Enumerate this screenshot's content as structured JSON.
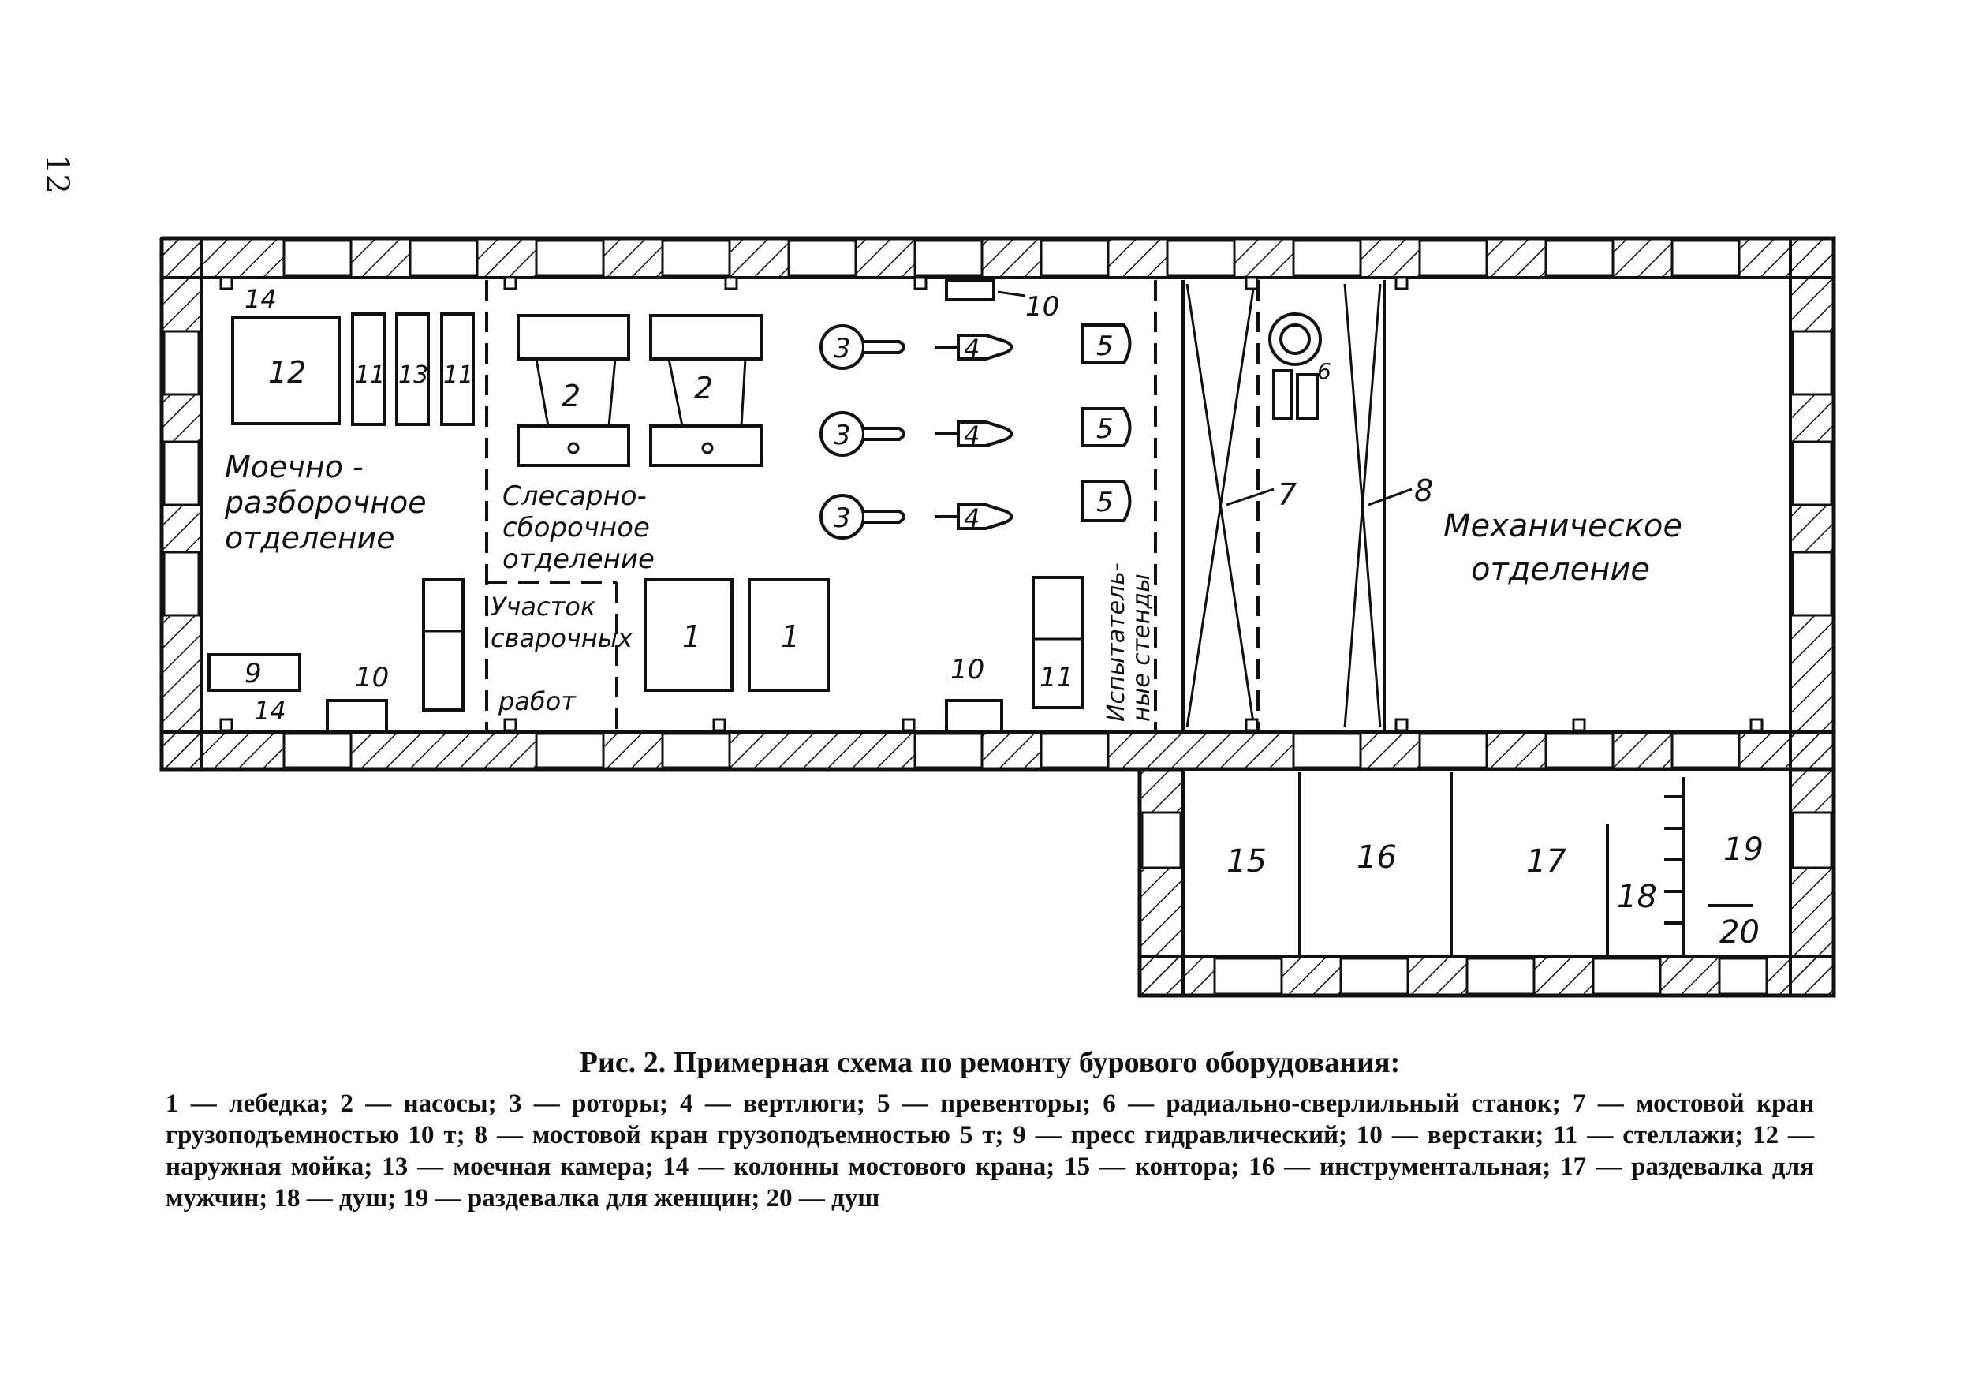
{
  "page_number": "12",
  "caption": {
    "title": "Рис. 2. Примерная схема по ремонту бурового оборудования:",
    "legend": "1 — лебедка; 2 — насосы; 3 — роторы; 4 — вертлюги; 5 — превенторы; 6 — радиально-сверлильный станок; 7 — мостовой кран грузоподъемностью 10 т; 8 — мостовой кран грузоподъемностью 5 т; 9 — пресс гидравлический; 10 — верстаки; 11 — стеллажи; 12 — наружная мойка; 13 — моечная камера; 14 — колонны мостового крана; 15 — контора; 16 — инструментальная; 17 — раздевалка для мужчин; 18 — душ; 19 — раздевалка для женщин; 20 — душ"
  },
  "rooms": {
    "washing_line1": "Моечно -",
    "washing_line2": "разборочное",
    "washing_line3": "отделение",
    "assembly_line1": "Слесарно-",
    "assembly_line2": "сборочное",
    "assembly_line3": "отделение",
    "welding_line1": "Участок",
    "welding_line2": "сварочных",
    "welding_line3": "работ",
    "testing_line1": "Испытатель-",
    "testing_line2": "ные стенды",
    "mechanical_line1": "Механическое",
    "mechanical_line2": "отделение"
  },
  "marks": {
    "n1": "1",
    "n2": "2",
    "n3": "3",
    "n4": "4",
    "n5": "5",
    "n6": "6",
    "n7": "7",
    "n8": "8",
    "n9": "9",
    "n10": "10",
    "n11": "11",
    "n12": "12",
    "n13": "13",
    "n14": "14",
    "n15": "15",
    "n16": "16",
    "n17": "17",
    "n18": "18",
    "n19": "19",
    "n20": "20"
  }
}
